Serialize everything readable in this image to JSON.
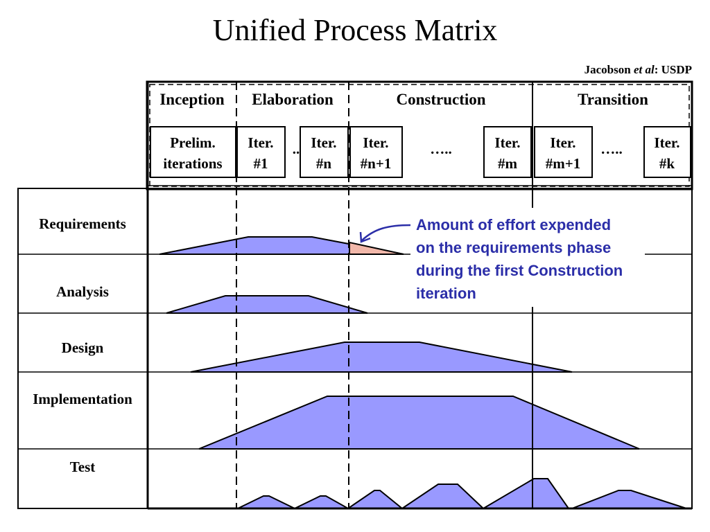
{
  "title": "Unified Process Matrix",
  "credit": {
    "author": "Jacobson ",
    "etal": "et al",
    "source": ": USDP"
  },
  "phases": [
    {
      "key": "inception",
      "label": "Inception"
    },
    {
      "key": "elaboration",
      "label": "Elaboration"
    },
    {
      "key": "construction",
      "label": "Construction"
    },
    {
      "key": "transition",
      "label": "Transition"
    }
  ],
  "iterations": [
    {
      "key": "prelim",
      "line1": "Prelim.",
      "line2": "iterations"
    },
    {
      "key": "iter-1",
      "line1": "Iter.",
      "line2": "#1"
    },
    {
      "key": "iter-n",
      "line1": "Iter.",
      "line2": "#n"
    },
    {
      "key": "iter-n1",
      "line1": "Iter.",
      "line2": "#n+1"
    },
    {
      "key": "iter-m",
      "line1": "Iter.",
      "line2": "#m"
    },
    {
      "key": "iter-m1",
      "line1": "Iter.",
      "line2": "#m+1"
    },
    {
      "key": "iter-k",
      "line1": "Iter.",
      "line2": "#k"
    }
  ],
  "ellipses": {
    "between_1_n": "..",
    "construction": "…..",
    "transition": "….."
  },
  "workflows": [
    "Requirements",
    "Analysis",
    "Design",
    "Implementation",
    "Test"
  ],
  "annotation": {
    "lines": [
      "Amount of effort expended",
      "on the requirements phase",
      "during the first Construction",
      "iteration"
    ]
  },
  "colors": {
    "effort_fill": "#9999ff",
    "highlight_fill": "#f2b8aa",
    "annotation_text": "#2b2ea8"
  }
}
